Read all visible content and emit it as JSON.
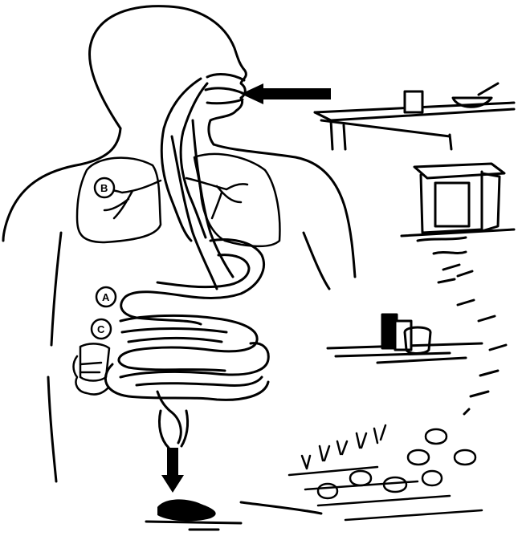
{
  "diagram": {
    "labels": [
      "A",
      "B",
      "C"
    ],
    "colors": {
      "ink": "#000000",
      "paper": "#ffffff"
    }
  }
}
